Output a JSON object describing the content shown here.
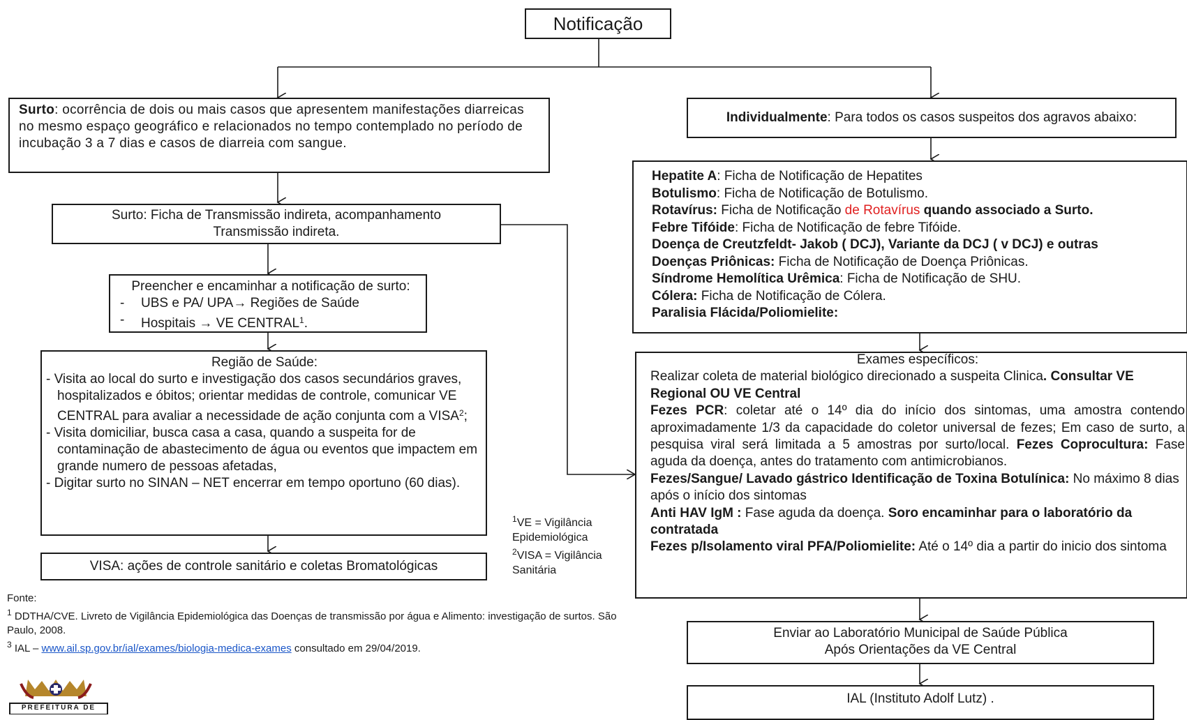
{
  "title": "Notificação",
  "surto": {
    "label": "Surto",
    "text": ": ocorrência de dois ou mais casos que  apresentem manifestações diarreicas no  mesmo espaço geográfico e relacionados no tempo contemplado no período de incubação 3 a 7 dias e casos de  diarreia com sangue."
  },
  "ficha": {
    "line1": "Surto: Ficha de Transmissão indireta, acompanhamento",
    "line2": "Transmissão indireta."
  },
  "preencher": {
    "title": "Preencher e encaminhar a notificação de surto:",
    "item1": "UBS e PA/ UPA→ Regiões de Saúde",
    "item2": "Hospitais → VE CENTRAL",
    "item2_sup": "1",
    "item2_end": "."
  },
  "regiao": {
    "title": "Região de Saúde:",
    "b1": "- Visita ao local do surto e investigação dos casos secundários graves, hospitalizados e óbitos; orientar medidas de controle, comunicar VE CENTRAL  para avaliar a necessidade de ação conjunta com a VISA",
    "b1_sup": "2",
    "b1_end": ";",
    "b2": "- Visita domiciliar, busca casa a casa, quando a suspeita for de contaminação de abastecimento de água ou eventos que impactem em grande numero de pessoas afetadas,",
    "b3": "- Digitar surto no SINAN – NET encerrar em tempo oportuno (60 dias)."
  },
  "visa_box": "VISA: ações de controle sanitário e coletas Bromatológicas",
  "notes": {
    "n1_sup": "1",
    "n1": "VE =  Vigilância Epidemiológica",
    "n2_sup": "2",
    "n2": "VISA = Vigilância Sanitária"
  },
  "fonte": {
    "label": "Fonte:",
    "r1_sup": "1",
    "r1": " DDTHA/CVE. Livreto de Vigilância Epidemiológica das Doenças de transmissão por água e Alimento: investigação de surtos. São Paulo, 2008.",
    "r3_sup": "3",
    "r3_pre": " IAL – ",
    "r3_link": "www.ail.sp.gov.br/ial/exames/biologia-medica-exames",
    "r3_post": " consultado em 29/04/2019."
  },
  "logo_text": "PREFEITURA DE",
  "individual": {
    "label": "Individualmente",
    "text": ": Para todos os casos suspeitos dos agravos abaixo:"
  },
  "agravos": [
    {
      "b": "Hepatite A",
      "t": ": Ficha de Notificação de Hepatites"
    },
    {
      "b": "Botulismo",
      "t": ": Ficha de Notificação de Botulismo."
    },
    {
      "b": "Rotavírus:",
      "t": " Ficha de Notificação ",
      "r": "de Rotavírus",
      "b2": " quando associado a Surto."
    },
    {
      "b": "Febre Tifóide",
      "t": ":  Ficha de Notificação de febre Tifóide."
    },
    {
      "b": "Doença de Creutzfeldt- Jakob ( DCJ), Variante da DCJ ( v DCJ) e outras",
      "t": ""
    },
    {
      "b": "Doenças Priônicas:",
      "t": " Ficha de Notificação de Doença Priônicas."
    },
    {
      "b": "Síndrome Hemolítica Urêmica",
      "t": ": Ficha de Notificação de SHU."
    },
    {
      "b": "Cólera:",
      "t": " Ficha de Notificação de Cólera."
    },
    {
      "b": "Paralisia Flácida/Poliomielite:",
      "t": ""
    }
  ],
  "exames": {
    "title": "Exames específicos:",
    "p1": "Realizar coleta de material biológico direcionado a suspeita Clinica",
    "p1_b": ". Consultar VE Regional OU VE Central",
    "p2_b": "Fezes PCR",
    "p2": ": coletar até o 14º dia do início dos sintomas, uma amostra contendo aproximadamente 1/3 da capacidade do coletor universal de fezes; Em caso de surto, a pesquisa viral será limitada a 5 amostras por surto/local. ",
    "p2_b2": "Fezes Coprocultura:",
    "p2_t2": " Fase aguda da doença, antes do tratamento com antimicrobianos.",
    "p3_b": "Fezes/Sangue/ Lavado gástrico Identificação de Toxina Botulínica:",
    "p3": " No máximo 8 dias após o início dos sintomas",
    "p4_b": "Anti HAV IgM :",
    "p4": " Fase aguda da doença. ",
    "p4_b2": "Soro encaminhar para o laboratório da contratada",
    "p5_b": "Fezes p/Isolamento viral PFA/Poliomielite:",
    "p5": " Até o 14º dia a partir do inicio dos sintoma"
  },
  "enviar": {
    "line1": "Enviar ao Laboratório Municipal de Saúde Pública",
    "line2": "Após Orientações da VE Central"
  },
  "ial": "IAL (Instituto Adolf Lutz) ."
}
